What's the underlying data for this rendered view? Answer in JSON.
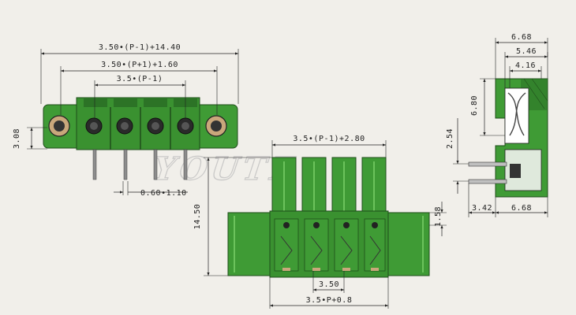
{
  "watermark": "YOUTE",
  "front_view": {
    "overall_width": "3.50•(P-1)+14.40",
    "inner_width": "3.50•(P+1)+1.60",
    "pitch_span": "3.5•(P-1)",
    "flange_height": "3.08",
    "pin_size": "0.60•1.10"
  },
  "side_view": {
    "total_depth": "6.68",
    "upper_width": "5.46",
    "top_width": "4.16",
    "body_height": "6.80",
    "pin_pitch_vertical": "2.54",
    "lead_length": "3.42",
    "base_depth": "6.68"
  },
  "top_view": {
    "header_width": "3.5•(P-1)+2.80",
    "total_height": "14.50",
    "mount_height": "1.58",
    "pitch": "3.50",
    "body_width": "3.5•P+0.8"
  },
  "colors": {
    "body": "#3f9b35",
    "body_dark": "#2c7326",
    "body_light": "#6cc35c",
    "metal": "#c9a77b",
    "pin": "#8c8c8c",
    "line": "#222222",
    "background": "#f1efea"
  }
}
